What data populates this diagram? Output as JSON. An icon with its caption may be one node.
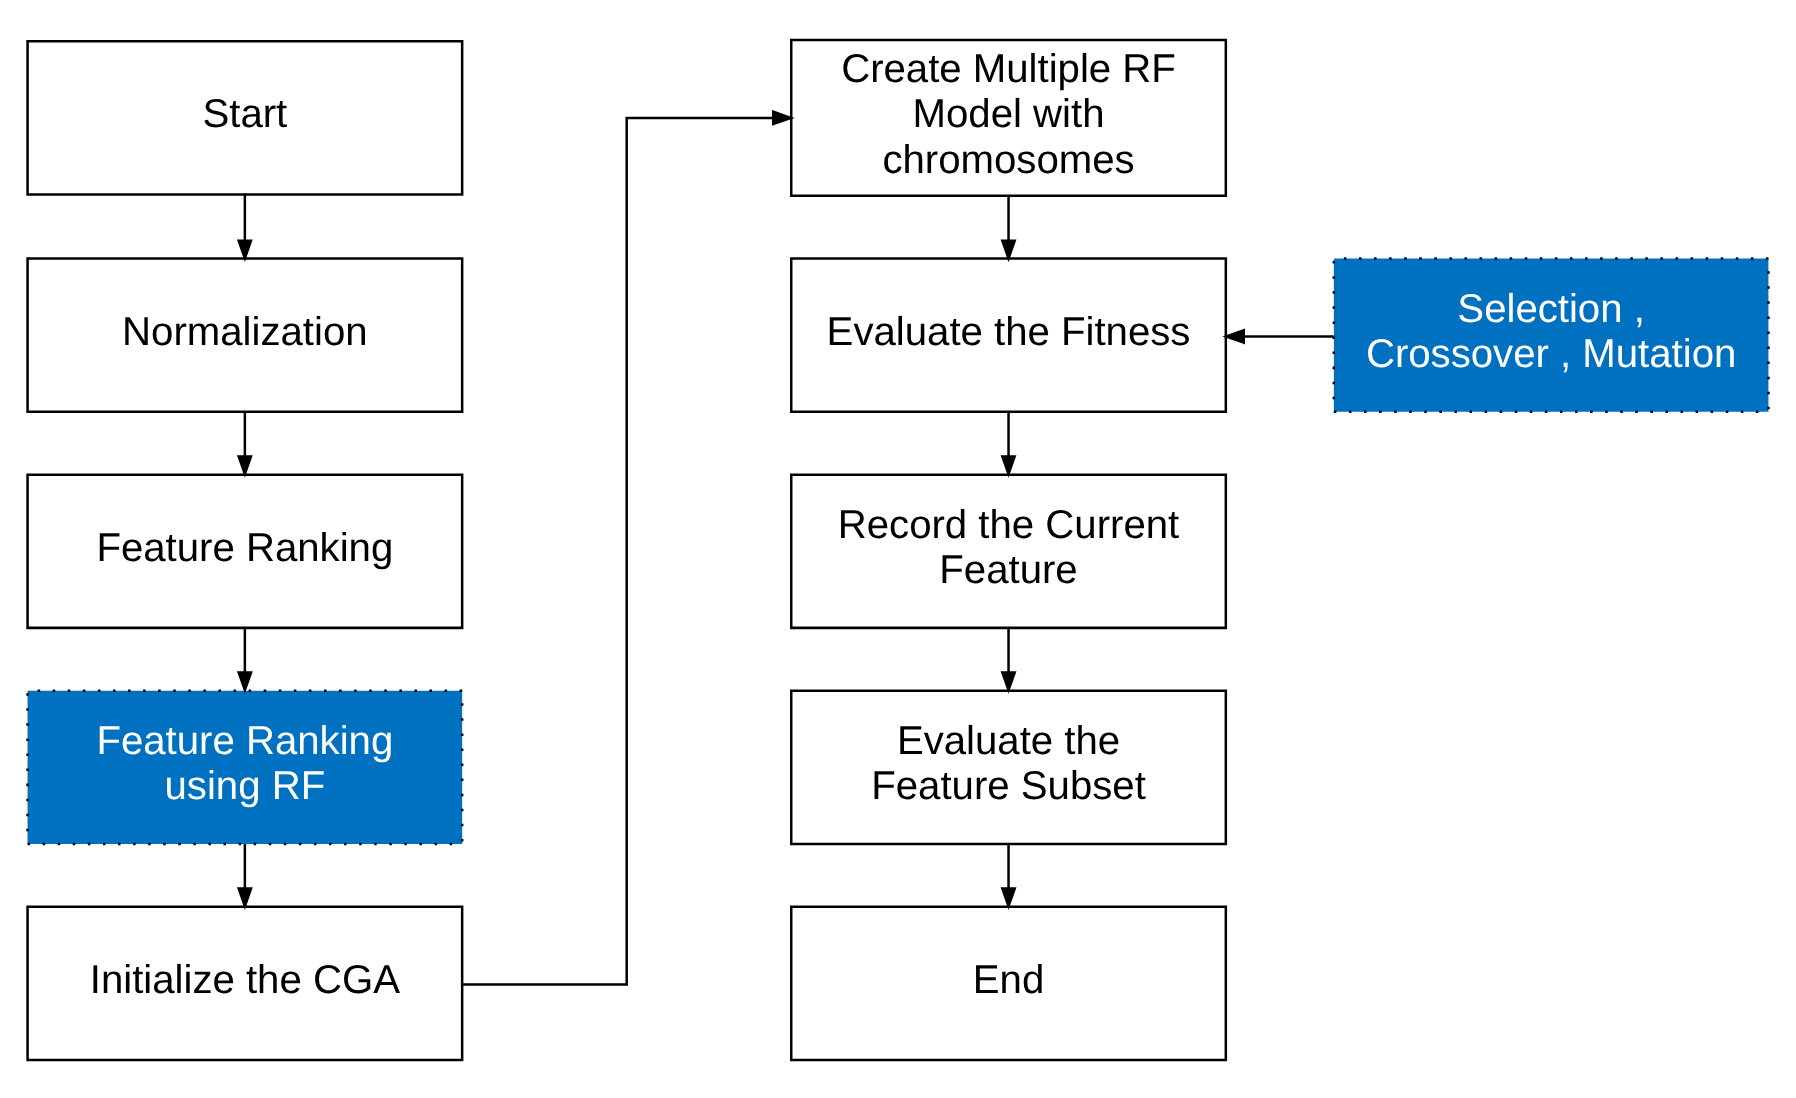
{
  "diagram": {
    "nodes": [
      {
        "text": [
          "Start"
        ]
      },
      {
        "text": [
          "Normalization"
        ]
      },
      {
        "text": [
          "Feature Ranking"
        ]
      },
      {
        "text": [
          "Feature Ranking using RF"
        ]
      },
      {
        "text": [
          "Initialize the CGA"
        ]
      },
      {
        "text": [
          "Create Multiple RF Model with chromosomes"
        ]
      },
      {
        "text": [
          "Evaluate the Fitness"
        ]
      },
      {
        "text": [
          "Selection , Crossover , Mutation"
        ]
      },
      {
        "text": [
          "Record the Current Feature"
        ]
      },
      {
        "text": [
          "Evaluate the Feature Subset"
        ]
      },
      {
        "text": [
          "End"
        ]
      }
    ],
    "edges": [
      {
        "from": 0,
        "to": 1,
        "arrow": "to"
      },
      {
        "from": 1,
        "to": 2,
        "arrow": "to"
      },
      {
        "from": 2,
        "to": 3,
        "arrow": "to"
      },
      {
        "from": 3,
        "to": 4,
        "arrow": "to"
      },
      {
        "from": 4,
        "to": 5,
        "arrow": "to"
      },
      {
        "from": 5,
        "to": 6,
        "arrow": "to"
      },
      {
        "from": 7,
        "to": 6,
        "arrow": "to"
      },
      {
        "from": 6,
        "to": 8,
        "arrow": "to"
      },
      {
        "from": 8,
        "to": 9,
        "arrow": "to"
      },
      {
        "from": 9,
        "to": 10,
        "arrow": "to"
      }
    ]
  }
}
